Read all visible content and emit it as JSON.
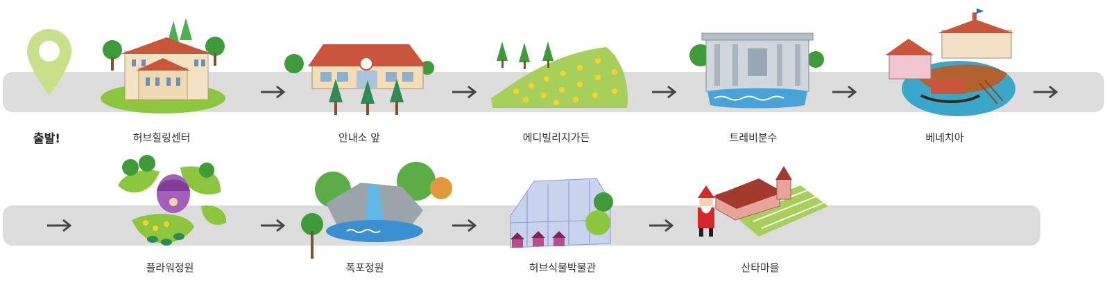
{
  "start_label": "출발!",
  "stops": [
    {
      "label": "허브힐링센터",
      "icon": "healing-center-building-icon"
    },
    {
      "label": "안내소 앞",
      "icon": "info-center-building-icon"
    },
    {
      "label": "에디빌리지가든",
      "icon": "flower-hill-garden-icon"
    },
    {
      "label": "트레비분수",
      "icon": "trevi-fountain-icon"
    },
    {
      "label": "베네치아",
      "icon": "venice-village-icon"
    },
    {
      "label": "플라워정원",
      "icon": "flower-garden-icon"
    },
    {
      "label": "폭포정원",
      "icon": "waterfall-garden-icon"
    },
    {
      "label": "허브식물박물관",
      "icon": "herb-greenhouse-icon"
    },
    {
      "label": "산타마을",
      "icon": "santa-village-icon"
    }
  ],
  "colors": {
    "track": "#dcdcdc",
    "arrow": "#444444",
    "pin": "#c8e08a",
    "grass": "#8cc63f"
  }
}
